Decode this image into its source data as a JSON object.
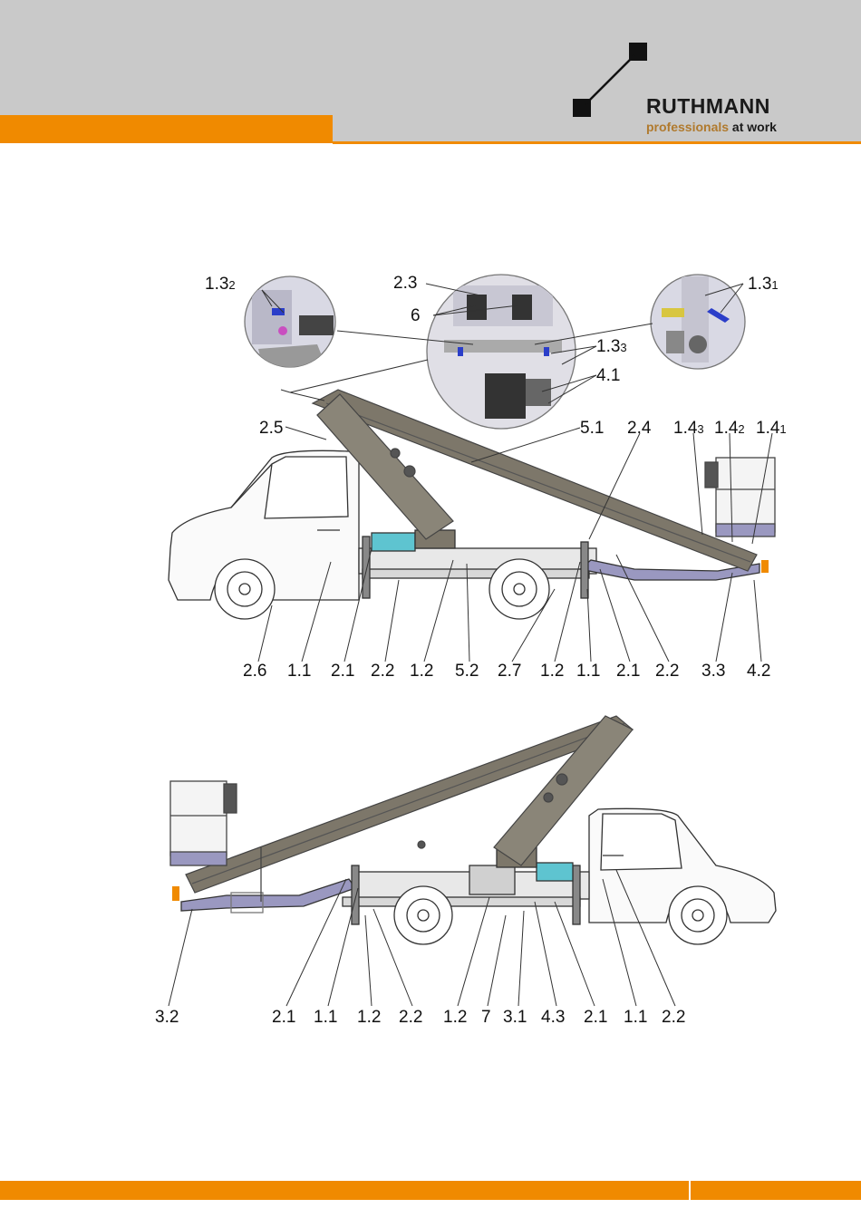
{
  "brand": {
    "name": "RUTHMANN",
    "tagline_part1": "professionals",
    "tagline_part2": "at work",
    "colors": {
      "orange": "#f08a00",
      "header_gray": "#c9c9c9",
      "boom": "#7d776a",
      "outrigger": "#9a98c0",
      "tank": "#5ec4d0"
    }
  },
  "diagram_top": {
    "labels": {
      "l_1_3_2": [
        "1.3",
        "2"
      ],
      "l_2_3": "2.3",
      "l_6": "6",
      "l_1_3_1": [
        "1.3",
        "1"
      ],
      "l_1_3_3": [
        "1.3",
        "3"
      ],
      "l_4_1": "4.1",
      "l_2_5": "2.5",
      "l_5_1": "5.1",
      "l_2_4": "2.4",
      "l_1_4_3": [
        "1.4",
        "3"
      ],
      "l_1_4_2": [
        "1.4",
        "2"
      ],
      "l_1_4_1": [
        "1.4",
        "1"
      ]
    },
    "bottom_labels": [
      "2.6",
      "1.1",
      "2.1",
      "2.2",
      "1.2",
      "5.2",
      "2.7",
      "1.2",
      "1.1",
      "2.1",
      "2.2",
      "3.3",
      "4.2"
    ]
  },
  "diagram_bottom": {
    "bottom_labels": [
      "3.2",
      "2.1",
      "1.1",
      "1.2",
      "2.2",
      "1.2",
      "7",
      "3.1",
      "4.3",
      "2.1",
      "1.1",
      "2.2"
    ]
  }
}
